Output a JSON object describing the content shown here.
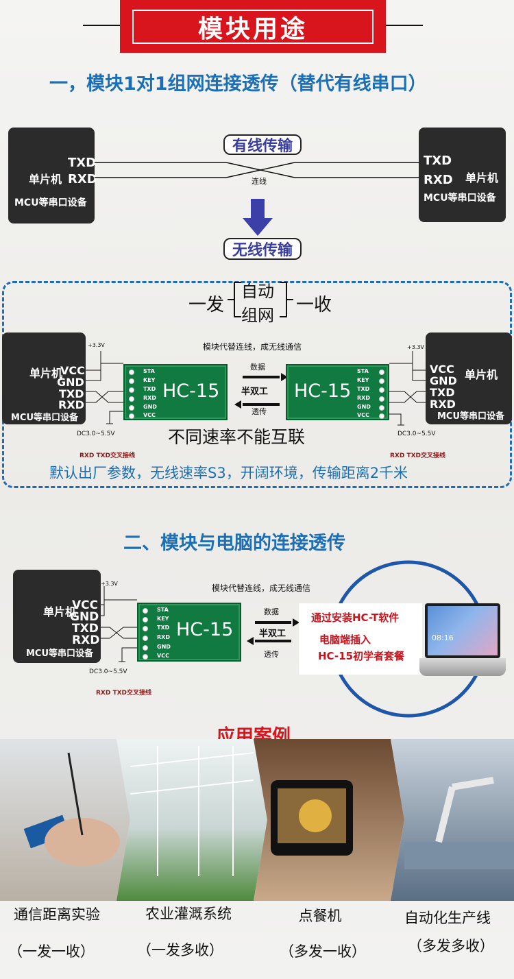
{
  "header": {
    "title": "模块用途"
  },
  "section1": {
    "title": "一，模块1对1组网连接透传（替代有线串口）",
    "left_device": {
      "name": "单片机",
      "sub": "MCU等串口设备",
      "txd": "TXD",
      "rxd": "RXD"
    },
    "right_device": {
      "name": "单片机",
      "sub": "MCU等串口设备",
      "txd": "TXD",
      "rxd": "RXD"
    },
    "wired_label": "有线传输",
    "wire_caption": "连线",
    "wireless_label": "无线传输"
  },
  "dashed_box": {
    "mode_prefix": "一发",
    "mode_top": "自动",
    "mode_bottom": "组网",
    "mode_suffix": "一收",
    "replace_note": "模块代替连线，成无线通信",
    "data_label": "数据",
    "half_duplex": "半双工",
    "transparent_label": "透传",
    "rate_note": "不同速率不能互联",
    "default_note": "默认出厂参数，无线速率S3，开阔环境，传输距离2千米",
    "left_device": {
      "name": "单片机",
      "sub": "MCU等串口设备",
      "pins": [
        "VCC",
        "GND",
        "TXD",
        "RXD"
      ]
    },
    "right_device": {
      "name": "单片机",
      "sub": "MCU等串口设备",
      "pins": [
        "VCC",
        "GND",
        "TXD",
        "RXD"
      ]
    },
    "module_name": "HC-15",
    "module_pins": [
      "STA",
      "KEY",
      "TXD",
      "RXD",
      "GND",
      "VCC"
    ],
    "v33": "+3.3V",
    "dc": "DC3.0~5.5V",
    "cross_note": "RXD TXD交叉接线"
  },
  "section2": {
    "title": "二、模块与电脑的连接透传",
    "device": {
      "name": "单片机",
      "sub": "MCU等串口设备",
      "pins": [
        "VCC",
        "GND",
        "TXD",
        "RXD"
      ]
    },
    "module_name": "HC-15",
    "module_pins": [
      "STA",
      "KEY",
      "TXD",
      "RXD",
      "GND",
      "VCC"
    ],
    "v33": "+3.3V",
    "dc": "DC3.0~5.5V",
    "replace_note": "模块代替连线，成无线通信",
    "data_label": "数据",
    "half_duplex": "半双工",
    "transparent_label": "透传",
    "cross_note": "RXD TXD交叉接线",
    "pc_line1": "通过安装HC-T软件",
    "pc_line2": "电脑端插入",
    "pc_line3": "HC-15初学者套餐",
    "laptop_time": "08:16"
  },
  "cases": {
    "title": "应用案例",
    "items": [
      {
        "label": "通信距离实验",
        "mode": "（一发一收）"
      },
      {
        "label": "农业灌溉系统",
        "mode": "（一发多收）"
      },
      {
        "label": "点餐机",
        "mode": "（多发一收）"
      },
      {
        "label": "自动化生产线",
        "mode": "（多发多收）"
      }
    ]
  },
  "colors": {
    "accent_red": "#d8141c",
    "title_blue": "#1c6fb5",
    "module_green": "#107a40",
    "pill_text": "#3a3f9f"
  }
}
